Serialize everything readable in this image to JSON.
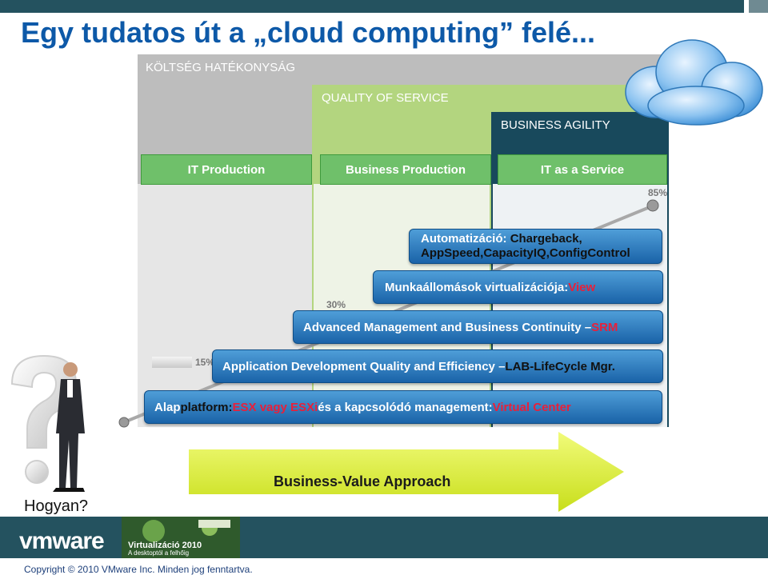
{
  "slide": {
    "title": "Egy tudatos út a „cloud computing” felé...",
    "headers": {
      "cost": "KÖLTSÉG HATÉKONYSÁG",
      "quality": "QUALITY OF SERVICE",
      "agility": "BUSINESS AGILITY"
    },
    "tabs": [
      "IT Production",
      "Business Production",
      "IT as a Service"
    ],
    "percentages": {
      "p15": "15%",
      "p30": "30%",
      "p85": "85%"
    },
    "bars": {
      "automation": {
        "part1": "Automatizáció: ",
        "part2": "Chargeback,",
        "line2": "AppSpeed,CapacityIQ,ConfigControl"
      },
      "desktop": {
        "part1": "Munkaállomások virtualizációja: ",
        "part2": "View"
      },
      "advanced": {
        "part1": "Advanced Management and Business Continuity – ",
        "part2": "SRM"
      },
      "appdev": {
        "part1": "Application Development Quality and Efficiency –",
        "part2": "LAB-LifeCycle Mgr."
      },
      "base": {
        "p1": "Alap ",
        "p2": "platform: ",
        "p3": "ESX vagy ESXi ",
        "p4": "és a kapcsolódó management: ",
        "p5": "Virtual Center"
      }
    },
    "arrow_label": "Business-Value Approach",
    "question": "Hogyan?"
  },
  "footer": {
    "logo": "vmware",
    "promo_title": "Virtualizáció 2010",
    "promo_sub": "A desktoptól a felhőig",
    "copyright": "Copyright © 2010 VMware Inc. Minden jog fenntartva."
  },
  "colors": {
    "title": "#0d59a8",
    "accent_red": "#e8203a",
    "bar_blue": "#2a78c2",
    "tab_green": "#6fc06a",
    "arrow_yellow": "#d8ea2a"
  }
}
